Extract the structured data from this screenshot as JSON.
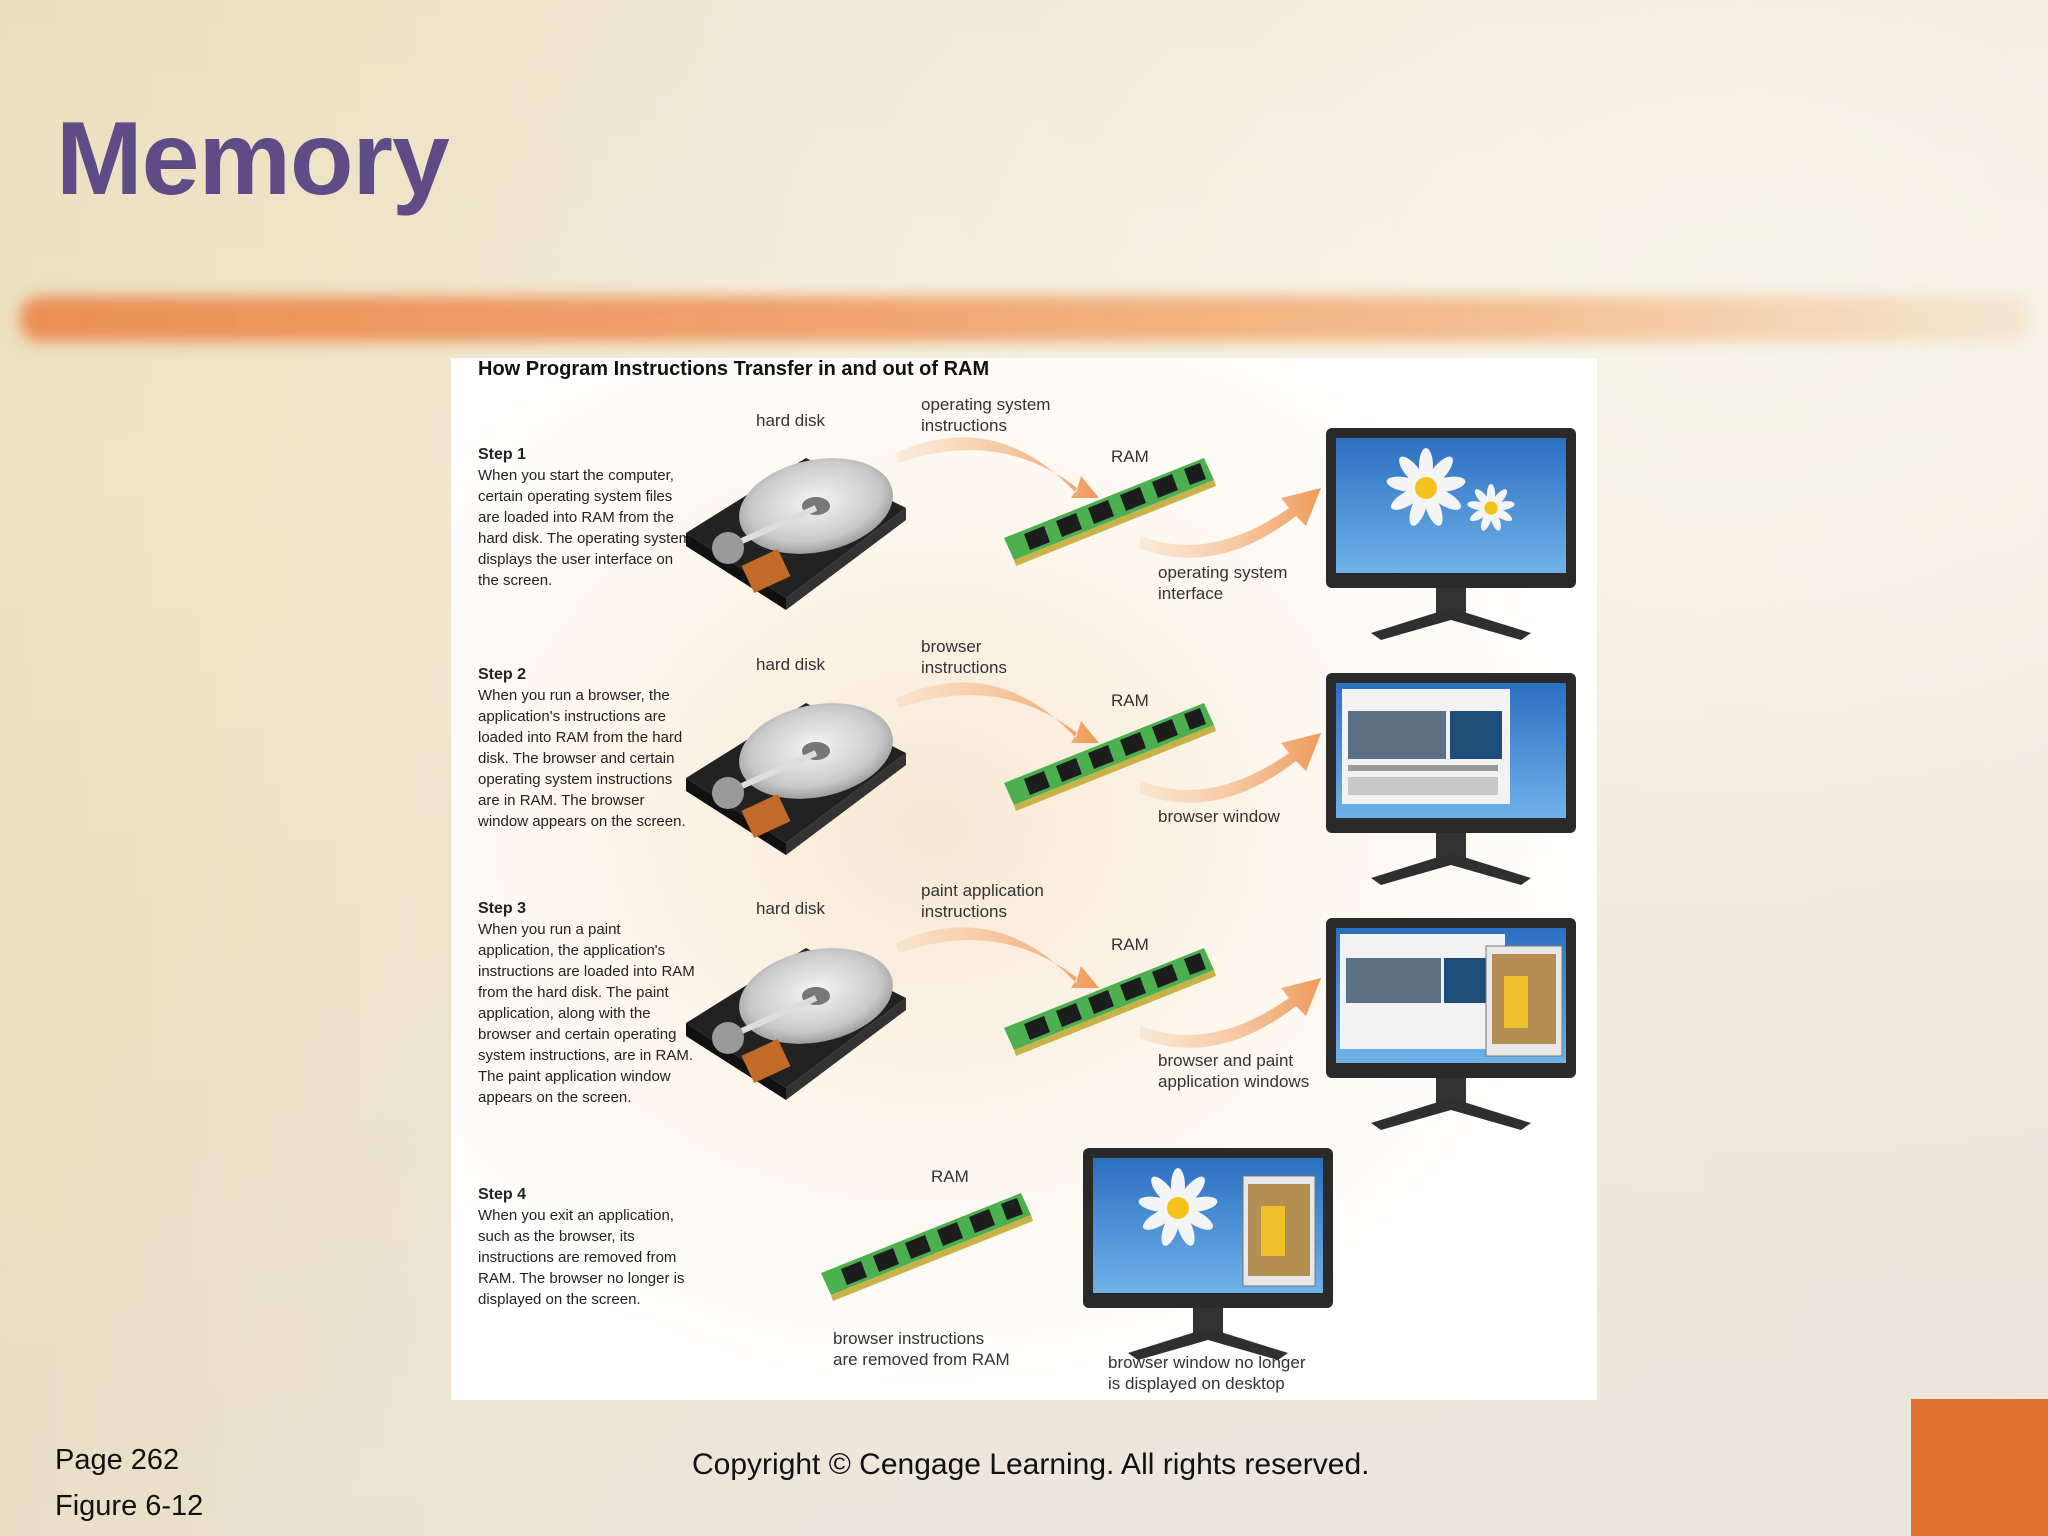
{
  "slide": {
    "title": "Memory",
    "page": "Page 262",
    "figure": "Figure 6-12",
    "copyright": "Copyright © Cengage Learning. All rights reserved."
  },
  "diagram": {
    "title": "How Program Instructions Transfer in and out of RAM",
    "steps": [
      {
        "heading": "Step 1",
        "text": "When you start the computer, certain operating system files are loaded into RAM from the hard disk. The operating system displays the user interface on the screen.",
        "disk_label": "hard disk",
        "transfer_label": "operating system instructions",
        "ram_label": "RAM",
        "screen_label": "operating system interface"
      },
      {
        "heading": "Step 2",
        "text": "When you run a browser, the application's instructions are loaded into RAM from the hard disk. The browser and certain operating system instructions are in RAM. The browser window appears on the screen.",
        "disk_label": "hard disk",
        "transfer_label": "browser instructions",
        "ram_label": "RAM",
        "screen_label": "browser window"
      },
      {
        "heading": "Step 3",
        "text": "When you run a paint application, the application's instructions are loaded into RAM from the hard disk. The paint application, along with the browser and certain operating system instructions, are in RAM. The paint application window appears on the screen.",
        "disk_label": "hard disk",
        "transfer_label": "paint application instructions",
        "ram_label": "RAM",
        "screen_label": "browser and paint application windows"
      },
      {
        "heading": "Step 4",
        "text": "When you exit an application, such as the browser, its instructions are removed from RAM. The browser no longer is displayed on the screen.",
        "ram_label": "RAM",
        "ram_caption": "browser instructions are removed from RAM",
        "screen_label": "browser window no longer is displayed on desktop"
      }
    ]
  },
  "colors": {
    "title": "#5f4b86",
    "stripe": "#eb874b",
    "corner": "#e0722f",
    "arrow": "#f0a468",
    "ram_green": "#4caf50"
  }
}
